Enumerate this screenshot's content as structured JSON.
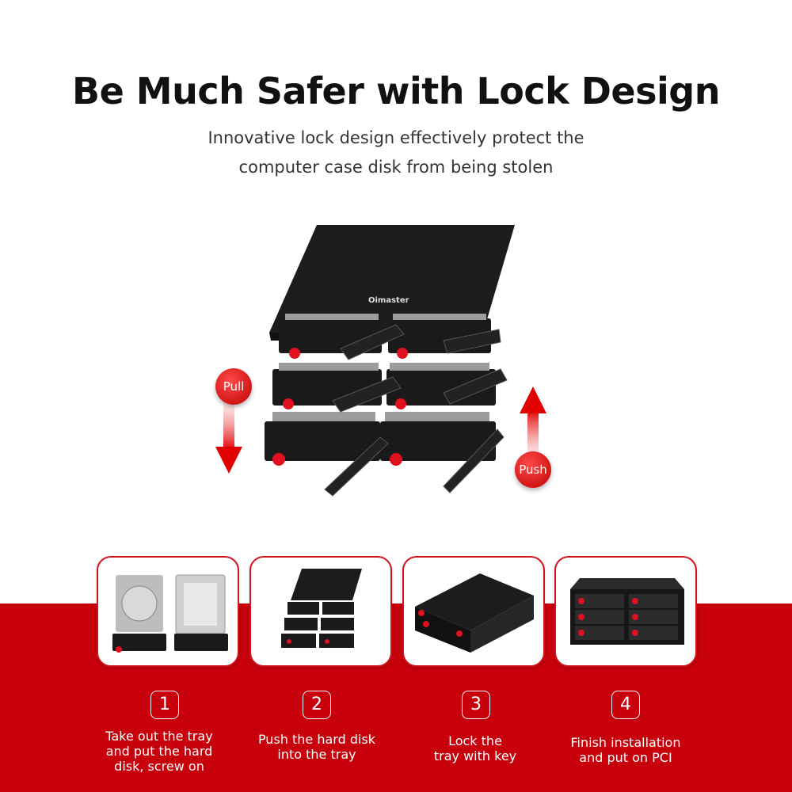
{
  "header": {
    "title": "Be Much Safer with Lock Design",
    "subtitle_line1": "Innovative lock design effectively protect the",
    "subtitle_line2": "computer case disk from being stolen"
  },
  "hero": {
    "brand": "Oimaster",
    "pull_label": "Pull",
    "push_label": "Push"
  },
  "steps": [
    {
      "number": "1",
      "lines": [
        "Take out the tray",
        "and put the hard",
        "disk, screw on"
      ]
    },
    {
      "number": "2",
      "lines": [
        "Push the hard disk",
        "into the tray"
      ]
    },
    {
      "number": "3",
      "lines": [
        "Lock the",
        "tray with key"
      ]
    },
    {
      "number": "4",
      "lines": [
        "Finish installation",
        "and put on PCI"
      ]
    }
  ],
  "colors": {
    "accent": "#c7000b",
    "card_border": "#d0121b"
  }
}
